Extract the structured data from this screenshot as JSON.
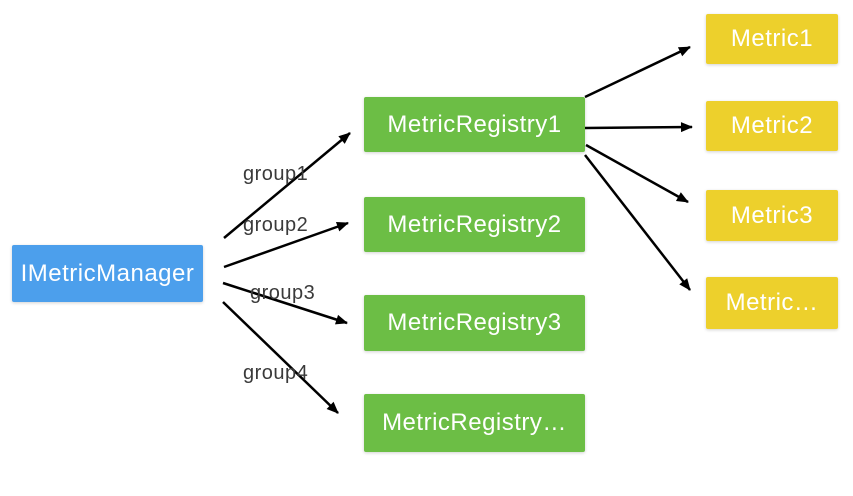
{
  "diagram": {
    "manager": {
      "label": "IMetricManager"
    },
    "registries": [
      {
        "label": "MetricRegistry1"
      },
      {
        "label": "MetricRegistry2"
      },
      {
        "label": "MetricRegistry3"
      },
      {
        "label": "MetricRegistry…"
      }
    ],
    "metrics": [
      {
        "label": "Metric1"
      },
      {
        "label": "Metric2"
      },
      {
        "label": "Metric3"
      },
      {
        "label": "Metric…"
      }
    ],
    "edges": [
      {
        "label": "group1",
        "from": "IMetricManager",
        "to": "MetricRegistry1"
      },
      {
        "label": "group2",
        "from": "IMetricManager",
        "to": "MetricRegistry2"
      },
      {
        "label": "group3",
        "from": "IMetricManager",
        "to": "MetricRegistry3"
      },
      {
        "label": "group4",
        "from": "IMetricManager",
        "to": "MetricRegistry…"
      }
    ],
    "registry_to_metric_edges": [
      {
        "from": "MetricRegistry1",
        "to": "Metric1"
      },
      {
        "from": "MetricRegistry1",
        "to": "Metric2"
      },
      {
        "from": "MetricRegistry1",
        "to": "Metric3"
      },
      {
        "from": "MetricRegistry1",
        "to": "Metric…"
      }
    ],
    "colors": {
      "manager_fill": "#4C9FEC",
      "registry_fill": "#6CBE45",
      "metric_fill": "#EDD02C",
      "node_text": "#FFFFFF",
      "edge_label_text": "#3A3A3A",
      "arrow": "#000000",
      "background": "#FFFFFF"
    }
  }
}
